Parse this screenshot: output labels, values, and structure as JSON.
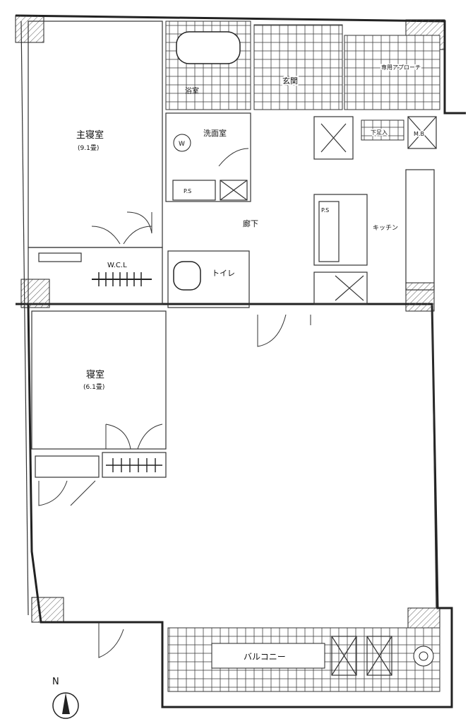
{
  "rooms": {
    "master_bedroom": {
      "name": "主寝室",
      "size": "(9.1畳)"
    },
    "bedroom": {
      "name": "寝室",
      "size": "(6.1畳)"
    },
    "washroom": {
      "name": "洗面室"
    },
    "entrance": {
      "name": "玄関"
    },
    "private_approach": {
      "name": "専用アプローチ"
    },
    "hallway": {
      "name": "廊下"
    },
    "kitchen": {
      "name": "キッチン"
    },
    "toilet": {
      "name": "トイレ"
    },
    "wic": {
      "name": "W.C.L"
    },
    "balcony": {
      "name": "バルコニー"
    },
    "bath": {
      "name": "浴室"
    }
  },
  "fixtures": {
    "washer": "W",
    "ps1": "P.S",
    "ps2": "P.S",
    "mb": "M.B",
    "shoe": "下足入"
  },
  "compass": {
    "north": "N"
  }
}
